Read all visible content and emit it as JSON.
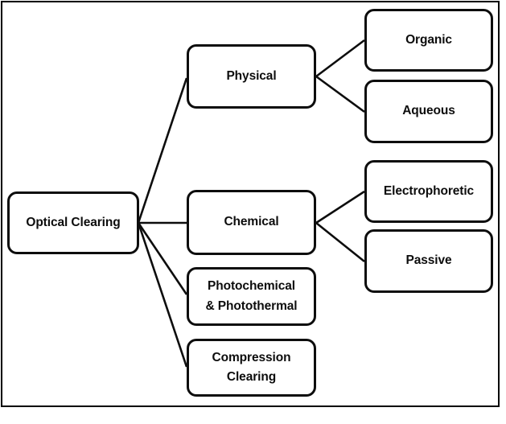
{
  "diagram": {
    "title": "Optical Clearing",
    "type": "hierarchy-tree",
    "border_color": "#000000",
    "node_border_color": "#0d0d0d",
    "node_fill_color": "#ffffff",
    "text_color": "#0d0d0d",
    "edge_color": "#0d0d0d",
    "nodes": {
      "root": {
        "label": "Optical Clearing"
      },
      "physical": {
        "label": "Physical"
      },
      "chemical": {
        "label": "Chemical"
      },
      "photochemical": {
        "label": "Photochemical\n& Photothermal"
      },
      "compression": {
        "label": "Compression\nClearing"
      },
      "organic": {
        "label": "Organic"
      },
      "aqueous": {
        "label": "Aqueous"
      },
      "electrophoretic": {
        "label": "Electrophoretic"
      },
      "passive": {
        "label": "Passive"
      }
    },
    "edges": [
      {
        "from": "root",
        "to": "physical"
      },
      {
        "from": "root",
        "to": "chemical"
      },
      {
        "from": "root",
        "to": "photochemical"
      },
      {
        "from": "root",
        "to": "compression"
      },
      {
        "from": "physical",
        "to": "organic"
      },
      {
        "from": "physical",
        "to": "aqueous"
      },
      {
        "from": "chemical",
        "to": "electrophoretic"
      },
      {
        "from": "chemical",
        "to": "passive"
      }
    ]
  }
}
